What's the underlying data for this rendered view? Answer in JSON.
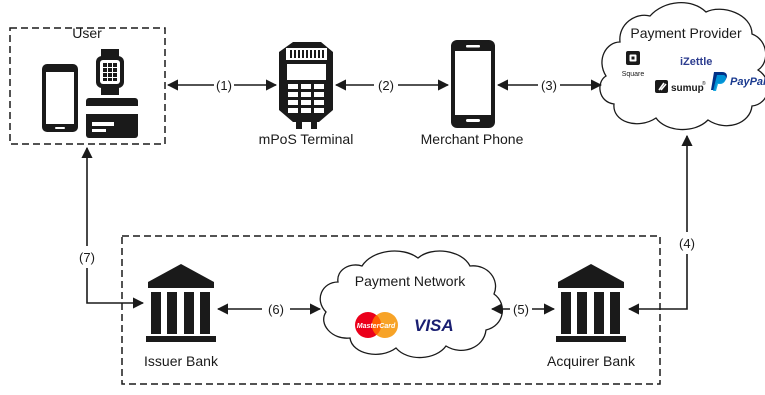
{
  "nodes": {
    "user": "User",
    "terminal": "mPoS Terminal",
    "merchant_phone": "Merchant Phone",
    "provider": "Payment Provider",
    "issuer": "Issuer Bank",
    "network": "Payment Network",
    "acquirer": "Acquirer  Bank"
  },
  "steps": [
    "(1)",
    "(2)",
    "(3)",
    "(4)",
    "(5)",
    "(6)",
    "(7)"
  ],
  "providers": {
    "square": "Square",
    "izettle": "iZettle",
    "sumup": "sumup",
    "paypal": "PayPal"
  },
  "networks": {
    "mastercard": "MasterCard",
    "visa": "VISA"
  },
  "colors": {
    "line": "#1a1a1a",
    "mastercard_red": "#eb001b",
    "mastercard_orange": "#f79e1b",
    "visa_blue": "#1a1f71",
    "paypal_dark": "#003087",
    "paypal_light": "#009cde",
    "izettle_blue": "#2d3d8f"
  },
  "icons": [
    "smartphone-icon",
    "smartwatch-icon",
    "credit-card-icon",
    "pos-terminal-icon",
    "bank-icon",
    "cloud-icon"
  ]
}
